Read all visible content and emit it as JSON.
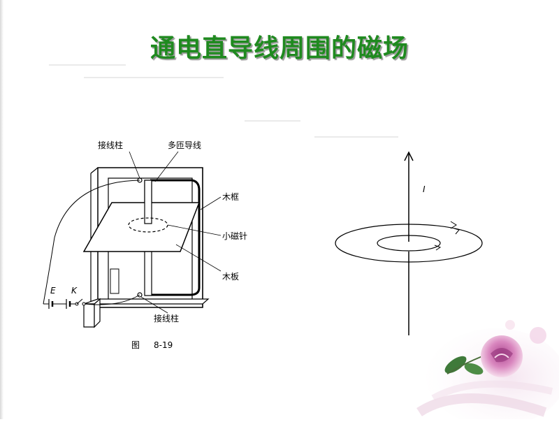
{
  "title": "通电直导线周围的磁场",
  "apparatus": {
    "labels": {
      "binding_post_top": "接线柱",
      "multi_turn_wire": "多匝导线",
      "wood_frame": "木框",
      "small_compass": "小磁针",
      "wood_board": "木板",
      "binding_post_bottom": "接线柱",
      "battery": "E",
      "switch": "K"
    },
    "caption_prefix": "图",
    "caption_number": "8-19"
  },
  "field_diagram": {
    "current_label": "I"
  },
  "colors": {
    "title": "#1f8a1f",
    "line": "#000000"
  }
}
